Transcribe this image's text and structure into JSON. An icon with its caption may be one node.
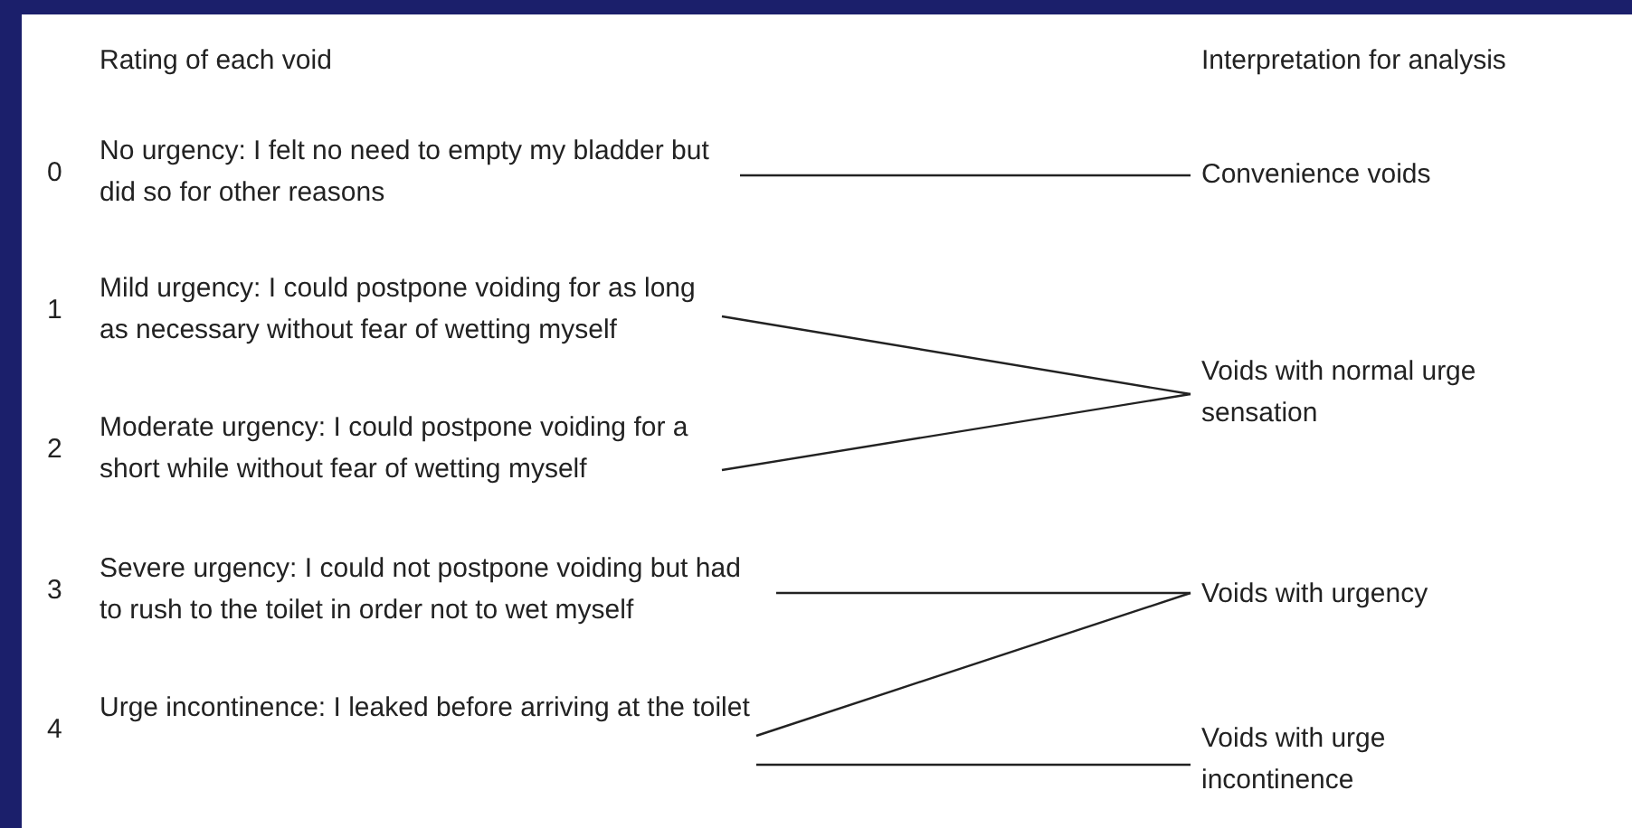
{
  "diagram": {
    "nodes": [
      {
        "text": [
          "No urgency: I felt no need to empty my bladder but did so for other reasons"
        ],
        "beside": [
          "0"
        ]
      },
      {
        "text": [
          "Mild urgency:  I could postpone voiding for as long as necessary without fear of wetting myself"
        ],
        "beside": [
          "1"
        ]
      },
      {
        "text": [
          "Moderate urgency: I could postpone voiding for a short while without fear of wetting myself"
        ],
        "beside": [
          "2"
        ]
      },
      {
        "text": [
          "Severe urgency: I could not postpone voiding but had to rush to the toilet in order not to wet myself"
        ],
        "beside": [
          "3"
        ]
      },
      {
        "text": [
          "Urge incontinence: I leaked before arriving at the toilet"
        ],
        "beside": [
          "4"
        ]
      },
      {
        "text": [
          "Convenience voids"
        ]
      },
      {
        "text": [
          "Voids with normal urge sensation"
        ]
      },
      {
        "text": [
          "Voids with urgency"
        ]
      },
      {
        "text": [
          "Voids with urge incontinence"
        ]
      }
    ],
    "edges": [
      {
        "from": 0,
        "to": 5,
        "arrow": "none"
      },
      {
        "from": 1,
        "to": 6,
        "arrow": "none"
      },
      {
        "from": 2,
        "to": 6,
        "arrow": "none"
      },
      {
        "from": 3,
        "to": 7,
        "arrow": "none"
      },
      {
        "from": 4,
        "to": 7,
        "arrow": "none"
      },
      {
        "from": 4,
        "to": 8,
        "arrow": "none"
      }
    ],
    "labels": [
      "Rating of each void",
      "Interpretation for analysis"
    ]
  }
}
